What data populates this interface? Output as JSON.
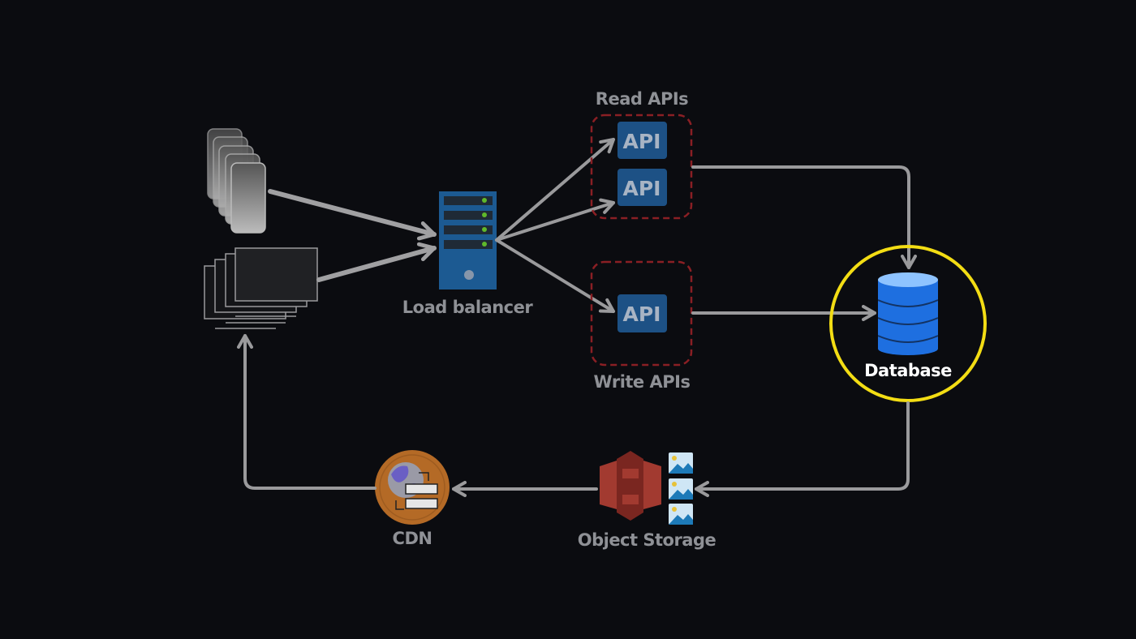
{
  "labels": {
    "load_balancer": "Load balancer",
    "read_apis": "Read APIs",
    "write_apis": "Write APIs",
    "api": "API",
    "database": "Database",
    "object_storage": "Object Storage",
    "cdn": "CDN"
  },
  "colors": {
    "background": "#0b0c10",
    "arrows": "#9a9a9c",
    "server": "#1c5a92",
    "api_box": "#1d5185",
    "api_group_border": "#8a1f24",
    "database": "#1e7ef0",
    "highlight_ring": "#f3dd14",
    "object_storage": "#8c2f28",
    "cdn": "#b46a26"
  },
  "highlighted_component": "database"
}
